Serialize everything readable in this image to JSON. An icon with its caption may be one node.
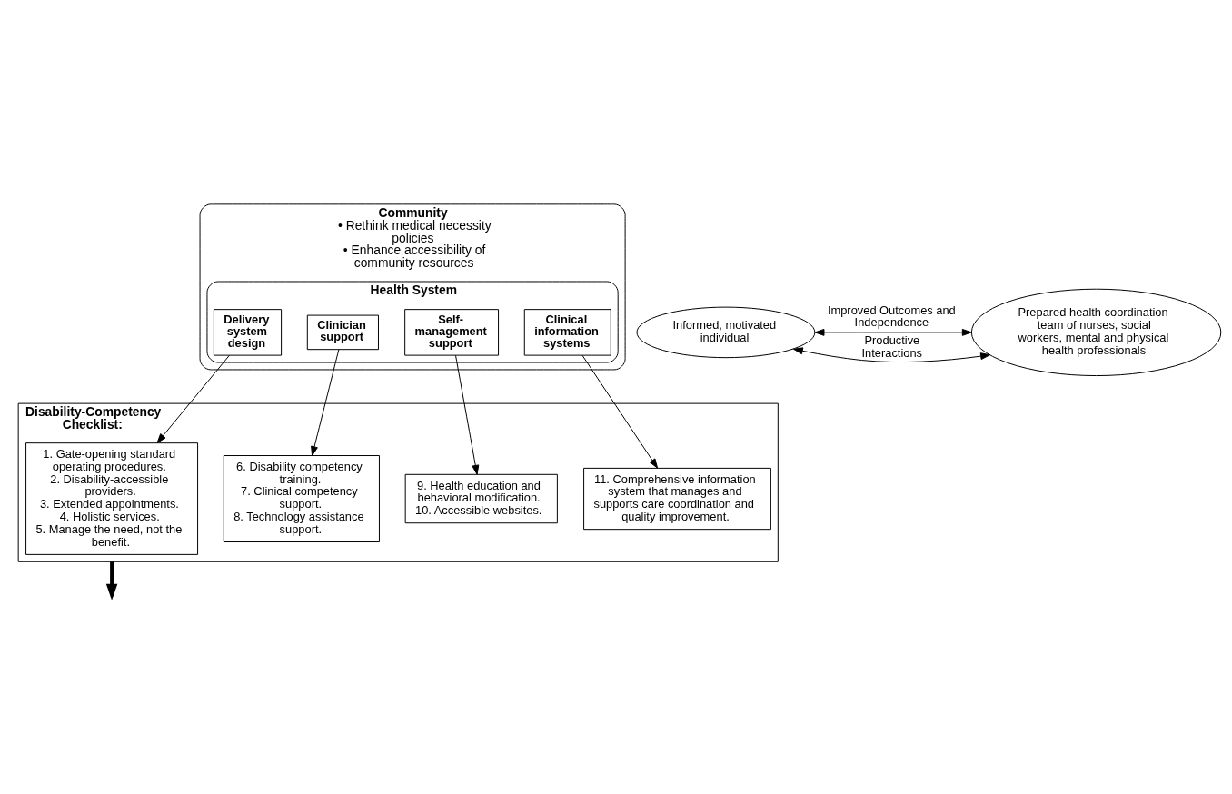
{
  "diagram": {
    "nodes": [
      {
        "text": [
          "Community",
          "• Rethink medical necessity policies",
          "• Enhance accessibility of community resources"
        ]
      },
      {
        "text": [
          "Health System"
        ],
        "in": 0
      },
      {
        "text": [
          "Delivery system design"
        ],
        "in": 1
      },
      {
        "text": [
          "Clinician support"
        ],
        "in": 1
      },
      {
        "text": [
          "Self-management support"
        ],
        "in": 1
      },
      {
        "text": [
          "Clinical information systems"
        ],
        "in": 1
      },
      {
        "text": [
          "Disability-Competency Checklist:"
        ]
      },
      {
        "text": [
          "1. Gate-opening standard operating procedures.",
          "2. Disability-accessible providers.",
          "3. Extended appointments.",
          "4. Holistic services.",
          "5. Manage the need, not the benefit."
        ],
        "in": 6
      },
      {
        "text": [
          "6. Disability competency training.",
          "7. Clinical competency support.",
          "8. Technology assistance support."
        ],
        "in": 6
      },
      {
        "text": [
          "9. Health education and behavioral modification.",
          "10. Accessible websites."
        ],
        "in": 6
      },
      {
        "text": [
          "11. Comprehensive information system that manages and supports care coordination and quality improvement."
        ],
        "in": 6
      },
      {
        "text": [
          "Informed, motivated individual"
        ]
      },
      {
        "text": [
          "Prepared health coordination team of nurses, social workers, mental and physical health professionals"
        ]
      }
    ],
    "edges": [
      {
        "from": 2,
        "to": 7,
        "arrow": "to"
      },
      {
        "from": 3,
        "to": 8,
        "arrow": "to"
      },
      {
        "from": 4,
        "to": 9,
        "arrow": "to"
      },
      {
        "from": 5,
        "to": 10,
        "arrow": "to"
      },
      {
        "from": 6,
        "to": null,
        "arrow": "to",
        "style": "thick"
      },
      {
        "from": 11,
        "to": 12,
        "arrow": "both",
        "label": "Productive Interactions"
      },
      {
        "from": 11,
        "to": 12,
        "arrow": "both",
        "label": "Improved Outcomes and Independence"
      }
    ]
  }
}
